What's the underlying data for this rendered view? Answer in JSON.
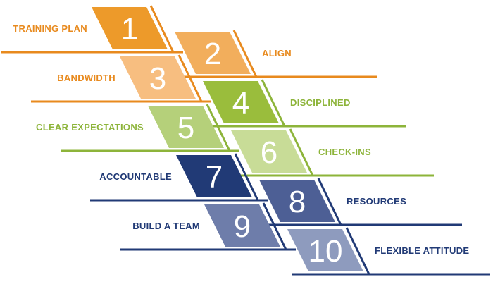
{
  "steps": [
    {
      "number": "1",
      "label": "TRAINING PLAN",
      "color": "#ED9A2A",
      "side": "left"
    },
    {
      "number": "2",
      "label": "ALIGN",
      "color": "#F2AE5C",
      "side": "right"
    },
    {
      "number": "3",
      "label": "BANDWIDTH",
      "color": "#F7BE80",
      "side": "left"
    },
    {
      "number": "4",
      "label": "DISCIPLINED",
      "color": "#9ABD3C",
      "side": "right"
    },
    {
      "number": "5",
      "label": "CLEAR EXPECTATIONS",
      "color": "#B5D07A",
      "side": "left"
    },
    {
      "number": "6",
      "label": "CHECK-INS",
      "color": "#C8DC97",
      "side": "right"
    },
    {
      "number": "7",
      "label": "ACCOUNTABLE",
      "color": "#213A76",
      "side": "left"
    },
    {
      "number": "8",
      "label": "RESOURCES",
      "color": "#4D5F95",
      "side": "right"
    },
    {
      "number": "9",
      "label": "BUILD A TEAM",
      "color": "#6E7DAA",
      "side": "left"
    },
    {
      "number": "10",
      "label": "FLEXIBLE ATTITUDE",
      "color": "#8E9BBE",
      "side": "right"
    }
  ],
  "palette": {
    "orange_text": "#E88A1E",
    "green_text": "#8DB43A",
    "navy_text": "#213A76"
  }
}
